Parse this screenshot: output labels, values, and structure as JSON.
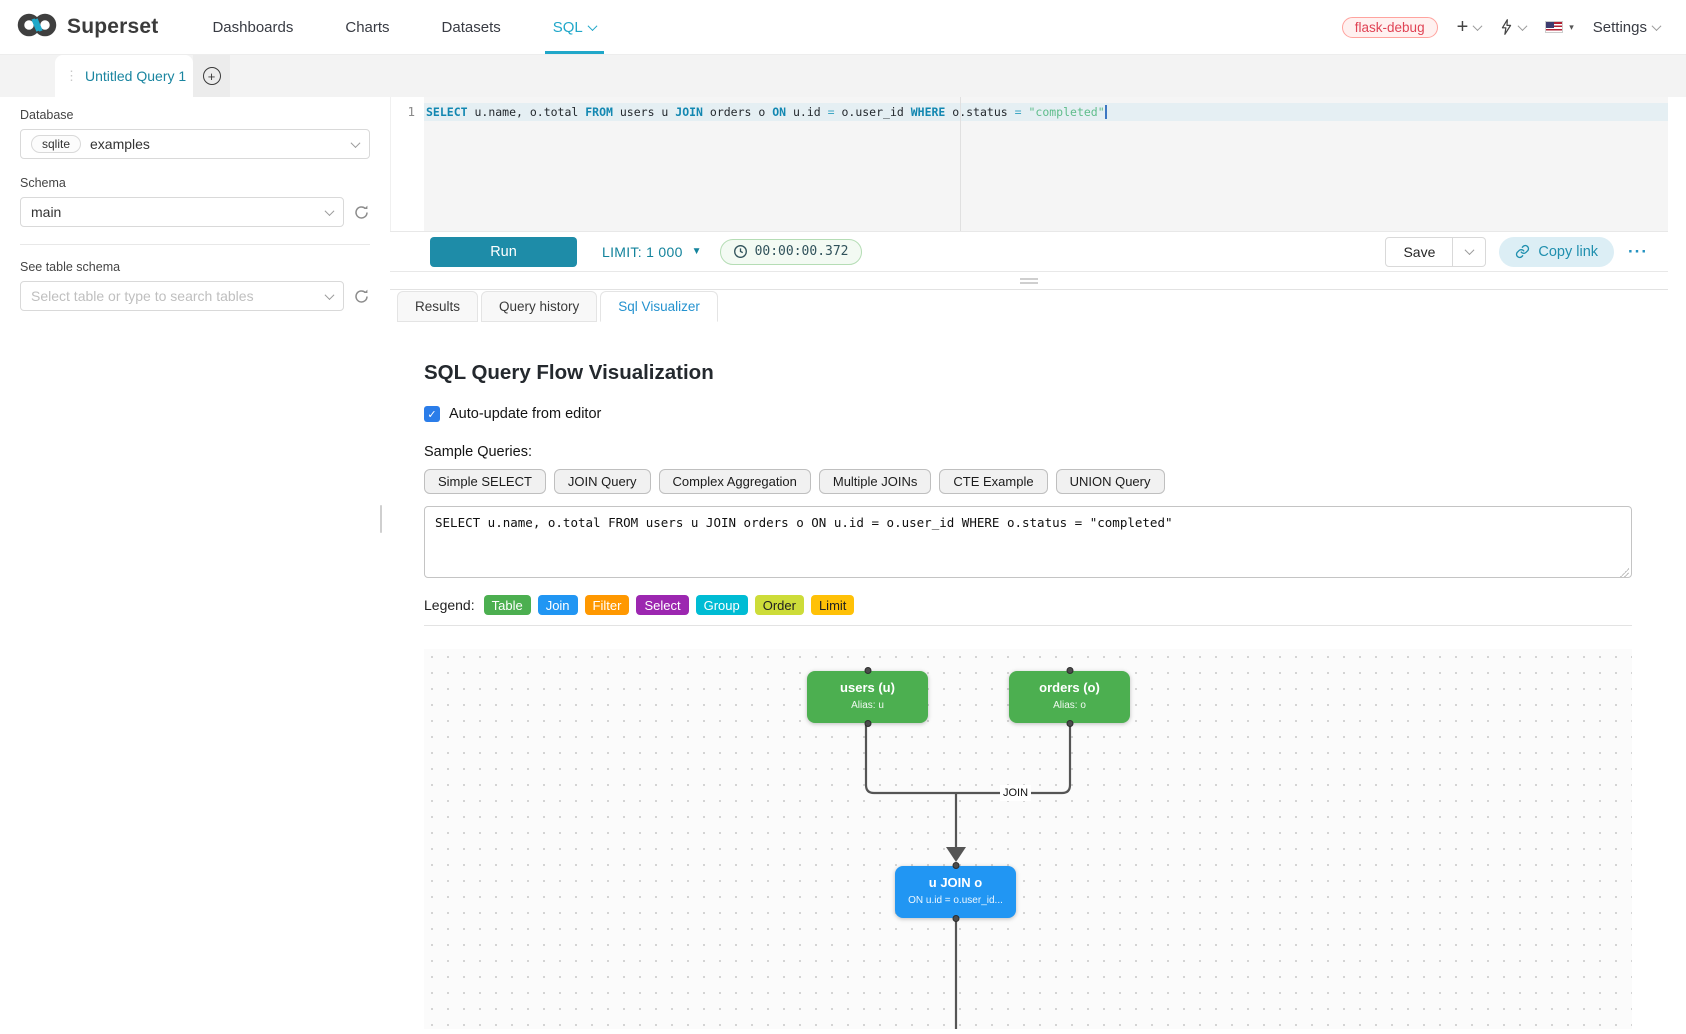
{
  "navbar": {
    "brand": "Superset",
    "items": [
      {
        "label": "Dashboards"
      },
      {
        "label": "Charts"
      },
      {
        "label": "Datasets"
      },
      {
        "label": "SQL"
      }
    ],
    "env_badge": "flask-debug",
    "settings": "Settings",
    "accent_color": "#20a7c9"
  },
  "query_tab": {
    "title": "Untitled Query 1"
  },
  "sidebar": {
    "database_label": "Database",
    "database_engine": "sqlite",
    "database_value": "examples",
    "schema_label": "Schema",
    "schema_value": "main",
    "table_label": "See table schema",
    "table_placeholder": "Select table or type to search tables"
  },
  "editor": {
    "line_number": "1",
    "tokens": [
      {
        "text": "SELECT",
        "type": "kw"
      },
      {
        "text": " u.name, o.total ",
        "type": "tx"
      },
      {
        "text": "FROM",
        "type": "kw"
      },
      {
        "text": " users u ",
        "type": "tx"
      },
      {
        "text": "JOIN",
        "type": "kw"
      },
      {
        "text": " orders o ",
        "type": "tx"
      },
      {
        "text": "ON",
        "type": "kw"
      },
      {
        "text": " u.id ",
        "type": "tx"
      },
      {
        "text": "=",
        "type": "op"
      },
      {
        "text": " o.user_id ",
        "type": "tx"
      },
      {
        "text": "WHERE",
        "type": "kw"
      },
      {
        "text": " o.status ",
        "type": "tx"
      },
      {
        "text": "=",
        "type": "op"
      },
      {
        "text": " ",
        "type": "tx"
      },
      {
        "text": "\"completed\"",
        "type": "st"
      }
    ]
  },
  "toolbar": {
    "run": "Run",
    "limit_label": "LIMIT:",
    "limit_value": "1 000",
    "limit_caret": "▼",
    "timer": "00:00:00.372",
    "save": "Save",
    "copy_link": "Copy link",
    "more": "···"
  },
  "result_tabs": [
    {
      "label": "Results"
    },
    {
      "label": "Query history"
    },
    {
      "label": "Sql Visualizer"
    }
  ],
  "visualizer": {
    "title": "SQL Query Flow Visualization",
    "auto_update_label": "Auto-update from editor",
    "auto_update_checked": "✓",
    "sample_queries_label": "Sample Queries:",
    "sample_buttons": [
      {
        "label": "Simple SELECT"
      },
      {
        "label": "JOIN Query"
      },
      {
        "label": "Complex Aggregation"
      },
      {
        "label": "Multiple JOINs"
      },
      {
        "label": "CTE Example"
      },
      {
        "label": "UNION Query"
      }
    ],
    "query_text": "SELECT u.name, o.total FROM users u JOIN orders o ON u.id = o.user_id WHERE o.status = \"completed\"",
    "legend_label": "Legend:",
    "legend": [
      {
        "label": "Table",
        "color": "#4caf50",
        "text_color": "#ffffff"
      },
      {
        "label": "Join",
        "color": "#2196f3",
        "text_color": "#ffffff"
      },
      {
        "label": "Filter",
        "color": "#ff9800",
        "text_color": "#ffffff"
      },
      {
        "label": "Select",
        "color": "#9c27b0",
        "text_color": "#ffffff"
      },
      {
        "label": "Group",
        "color": "#00bcd4",
        "text_color": "#ffffff"
      },
      {
        "label": "Order",
        "color": "#cddc39",
        "text_color": "#212121"
      },
      {
        "label": "Limit",
        "color": "#ffc107",
        "text_color": "#212121"
      }
    ],
    "flow": {
      "edge_label": "JOIN",
      "nodes": [
        {
          "title": "users (u)",
          "subtitle": "Alias: u",
          "color": "#4caf50"
        },
        {
          "title": "orders (o)",
          "subtitle": "Alias: o",
          "color": "#4caf50"
        },
        {
          "title": "u JOIN o",
          "subtitle": "ON u.id = o.user_id...",
          "color": "#2196f3"
        }
      ]
    }
  }
}
